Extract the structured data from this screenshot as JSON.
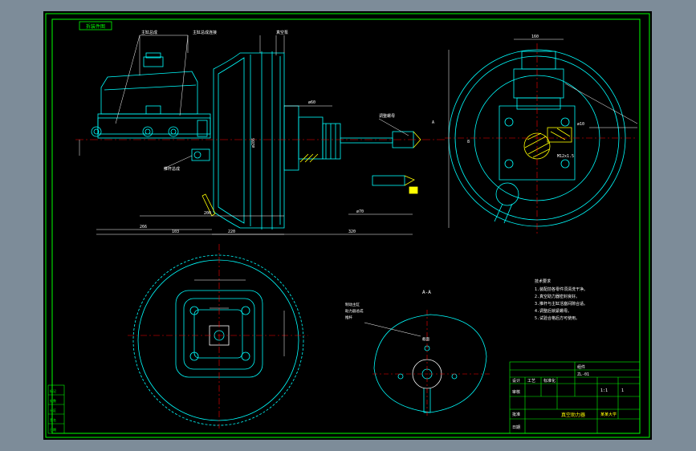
{
  "viewer": {
    "background_color": "#7d8c99",
    "sheet_color": "#000000"
  },
  "drawing": {
    "colors": {
      "border": "#00ff00",
      "outline": "#00ffff",
      "centerline": "#ff0000",
      "dimension": "#ffffff",
      "hatch": "#ffff00",
      "part": "#00ffff",
      "leader": "#ffff00"
    },
    "sheet_tag": "拆装件图",
    "callouts": [
      "主缸总成",
      "主缸总成连接",
      "真空泵",
      "调整螺母",
      "推杆总成",
      "A",
      "截面"
    ],
    "dimensions": {
      "d1": "266",
      "d2": "ø60",
      "d3": "8",
      "d4": "ø286",
      "d5": "ø70",
      "d6": "200",
      "d7": "M12x1.5",
      "d8": "103",
      "d9": "220",
      "d10": "320",
      "d11": "ø10",
      "d12": "160"
    },
    "notes_title": "技术要求",
    "notes": [
      "1.装配前各零件须清洗干净。",
      "2.真空助力器密封良好。",
      "3.推杆与主缸活塞间隙合适。",
      "4.调整后锁紧螺母。",
      "5.试验合格后方可使用。"
    ],
    "section_label": "A-A",
    "section_notes": [
      "制动主缸",
      "助力器总成",
      "推杆"
    ],
    "title_block": {
      "drawing_name": "真空助力器",
      "school": "某某大学",
      "scale": "1:1",
      "sheet": "1",
      "material": "组件",
      "number": "ZL-01",
      "cells": [
        "设计",
        "审核",
        "工艺",
        "标准化",
        "批准",
        "日期"
      ]
    },
    "revision_block": {
      "rows": [
        "标记",
        "处数",
        "分区",
        "签名",
        "日期"
      ]
    }
  }
}
